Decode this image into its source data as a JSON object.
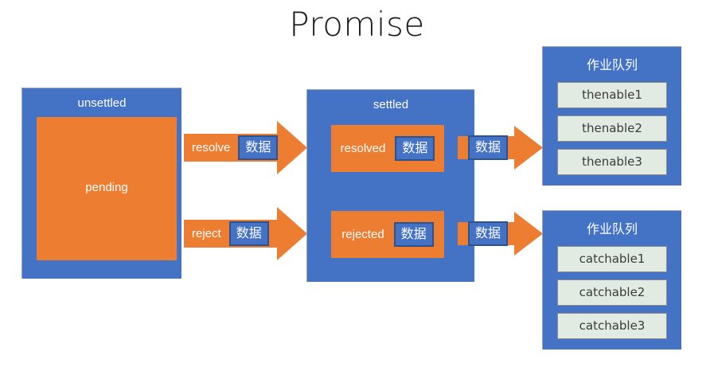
{
  "diagram": {
    "title": "Promise",
    "colors": {
      "blue": "#4472c4",
      "orange": "#ed7d31",
      "badge_border": "#2f528f",
      "queue_item_bg": "#e2ebe1",
      "queue_item_border": "#8a8a8a",
      "text_light": "#ffffff",
      "text_dark": "#3b3b3b"
    },
    "unsettled": {
      "title": "unsettled",
      "pending_label": "pending"
    },
    "settled": {
      "title": "settled",
      "resolved": {
        "label": "resolved",
        "badge": "数据"
      },
      "rejected": {
        "label": "rejected",
        "badge": "数据"
      }
    },
    "arrows": {
      "resolve": {
        "label": "resolve",
        "badge": "数据"
      },
      "reject": {
        "label": "reject",
        "badge": "数据"
      },
      "thenable_out": {
        "badge": "数据"
      },
      "catchable_out": {
        "badge": "数据"
      }
    },
    "queues": [
      {
        "title": "作业队列",
        "items": [
          "thenable1",
          "thenable2",
          "thenable3"
        ]
      },
      {
        "title": "作业队列",
        "items": [
          "catchable1",
          "catchable2",
          "catchable3"
        ]
      }
    ]
  }
}
